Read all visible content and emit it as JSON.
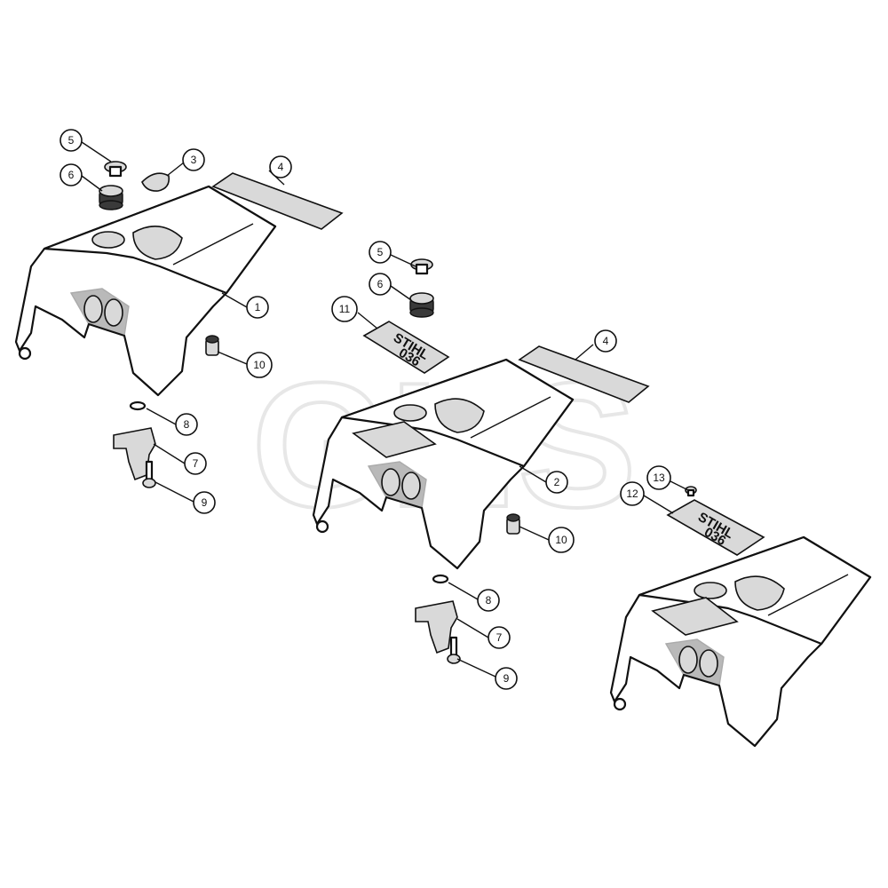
{
  "callouts": [
    {
      "id": "c-5a",
      "label": "5"
    },
    {
      "id": "c-3",
      "label": "3"
    },
    {
      "id": "c-4a",
      "label": "4"
    },
    {
      "id": "c-6a",
      "label": "6"
    },
    {
      "id": "c-1",
      "label": "1"
    },
    {
      "id": "c-10a",
      "label": "10"
    },
    {
      "id": "c-8a",
      "label": "8"
    },
    {
      "id": "c-7a",
      "label": "7"
    },
    {
      "id": "c-9a",
      "label": "9"
    },
    {
      "id": "c-5b",
      "label": "5"
    },
    {
      "id": "c-6b",
      "label": "6"
    },
    {
      "id": "c-11",
      "label": "11"
    },
    {
      "id": "c-4b",
      "label": "4"
    },
    {
      "id": "c-2",
      "label": "2"
    },
    {
      "id": "c-10b",
      "label": "10"
    },
    {
      "id": "c-8b",
      "label": "8"
    },
    {
      "id": "c-7b",
      "label": "7"
    },
    {
      "id": "c-9b",
      "label": "9"
    },
    {
      "id": "c-13",
      "label": "13"
    },
    {
      "id": "c-12",
      "label": "12"
    }
  ],
  "decals": {
    "brand": "STIHL",
    "model": "036"
  },
  "watermark": {
    "text": "GHS"
  }
}
